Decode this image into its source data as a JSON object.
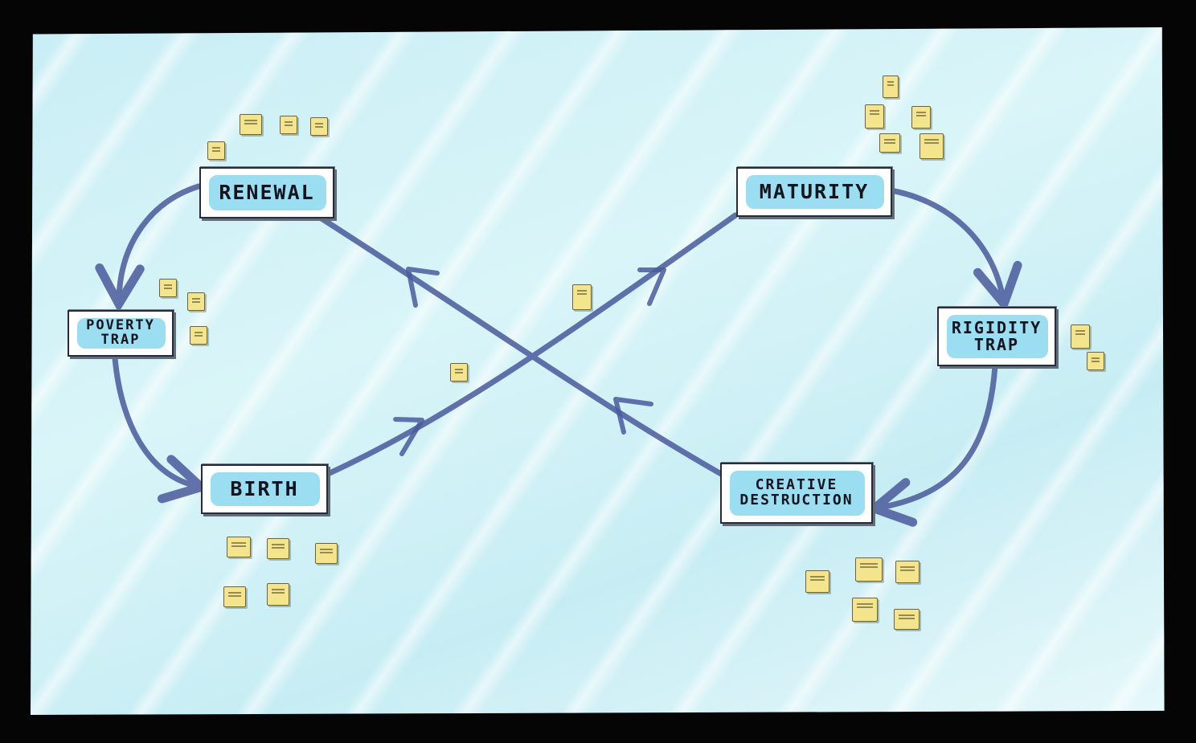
{
  "colors": {
    "background": "#050505",
    "board": "#c9eef5",
    "arrow": "#4a5a9c",
    "box_highlight": "#8ad8ee",
    "sticky_note": "#f4e58c"
  },
  "nodes": [
    {
      "id": "renewal",
      "label": "RENEWAL"
    },
    {
      "id": "poverty-trap",
      "label": "POVERTY\nTRAP"
    },
    {
      "id": "birth",
      "label": "BIRTH"
    },
    {
      "id": "maturity",
      "label": "MATURITY"
    },
    {
      "id": "rigidity-trap",
      "label": "RIGIDITY\nTRAP"
    },
    {
      "id": "creative-destruction",
      "label": "CREATIVE\nDESTRUCTION"
    }
  ],
  "edges": [
    {
      "from": "renewal",
      "to": "poverty-trap"
    },
    {
      "from": "poverty-trap",
      "to": "birth"
    },
    {
      "from": "birth",
      "to": "maturity"
    },
    {
      "from": "maturity",
      "to": "rigidity-trap"
    },
    {
      "from": "rigidity-trap",
      "to": "creative-destruction"
    },
    {
      "from": "creative-destruction",
      "to": "renewal"
    }
  ],
  "icons": {
    "sticky_note": "sticky-note-icon",
    "arrow": "arrow-icon"
  }
}
